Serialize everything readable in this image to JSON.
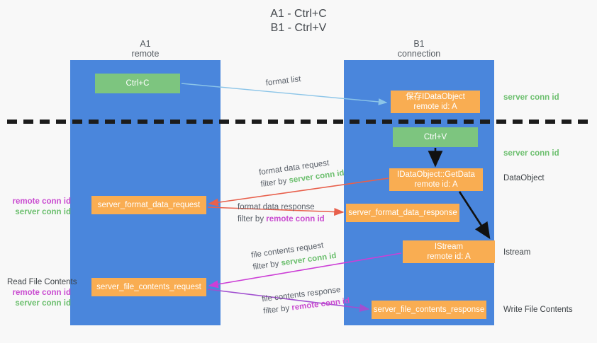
{
  "title": {
    "line1": "A1 - Ctrl+C",
    "line2": "B1 - Ctrl+V"
  },
  "lanes": [
    {
      "id": "a1",
      "name": "A1",
      "role": "remote"
    },
    {
      "id": "b1",
      "name": "B1",
      "role": "connection"
    }
  ],
  "boxes": {
    "ctrl_c": {
      "line1": "Ctrl+C",
      "color": "#7dc57f"
    },
    "ctrl_v": {
      "line1": "Ctrl+V",
      "color": "#7dc57f"
    },
    "save_dataobject": {
      "line1": "保存IDataObject",
      "line2": "remote id: A",
      "color": "#f9ad52"
    },
    "getdata": {
      "line1": "IDataObject::GetData",
      "line2": "remote id: A",
      "color": "#f9ad52"
    },
    "istream": {
      "line1": "IStream",
      "line2": "remote id: A",
      "color": "#f9ad52"
    },
    "server_format_data_request": {
      "line1": "server_format_data_request",
      "color": "#f9ad52"
    },
    "server_format_data_response": {
      "line1": "server_format_data_response",
      "color": "#f9ad52"
    },
    "server_file_contents_request": {
      "line1": "server_file_contents_request",
      "color": "#f9ad52"
    },
    "server_file_contents_response": {
      "line1": "server_file_contents_response",
      "color": "#f9ad52"
    }
  },
  "arrow_labels": {
    "format_list": "format list",
    "format_data_request": {
      "line1": "format data request",
      "prefix": "filter by ",
      "highlight": "server conn id",
      "highlight_color": "#6cbf6e"
    },
    "format_data_response": {
      "line1": "format data response",
      "prefix": "filter by ",
      "highlight": "remote conn id",
      "highlight_color": "#c94bd0"
    },
    "file_contents_request": {
      "line1": "file contents request",
      "prefix": "filter by ",
      "highlight": "server conn id",
      "highlight_color": "#6cbf6e"
    },
    "file_contents_response": {
      "line1": "file contents response",
      "prefix": "filter by ",
      "highlight": "remote conn id",
      "highlight_color": "#c94bd0"
    }
  },
  "side_labels": {
    "server_conn_id_top": "server conn id",
    "server_conn_id_mid": "server conn id",
    "dataobject": "DataObject",
    "istream": "Istream",
    "write_file_contents": "Write File Contents",
    "left_mid_remote": "remote conn id",
    "left_mid_server": "server conn id",
    "read_file_contents": "Read File Contents",
    "left_low_remote": "remote conn id",
    "left_low_server": "server conn id"
  },
  "colors": {
    "lane": "#4a86dc",
    "green_box": "#7dc57f",
    "orange_box": "#f9ad52",
    "green_text": "#6cbf6e",
    "magenta_text": "#c94bd0",
    "divider": "#1c1c1c",
    "arrow_blue": "#8cc5e8",
    "arrow_red": "#e8604c",
    "arrow_magenta": "#cc3fd6",
    "arrow_purple": "#a14fd0",
    "arrow_black": "#111111"
  }
}
